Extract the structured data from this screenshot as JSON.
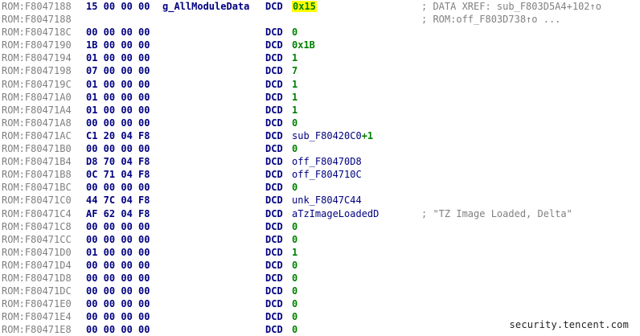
{
  "listing": [
    {
      "addr": "ROM:F8047188",
      "bytes": "15 00 00 00",
      "label": "g_AllModuleData",
      "mnem": "DCD",
      "operand": "0x15",
      "operand_type": "highlight",
      "comment": "; DATA XREF: sub_F803D5A4+102↑o"
    },
    {
      "addr": "ROM:F8047188",
      "bytes": "",
      "label": "",
      "mnem": "",
      "operand": "",
      "operand_type": "",
      "comment": "; ROM:off_F803D738↑o ..."
    },
    {
      "addr": "ROM:F804718C",
      "bytes": "00 00 00 00",
      "label": "",
      "mnem": "DCD",
      "operand": "0",
      "operand_type": "num",
      "comment": ""
    },
    {
      "addr": "ROM:F8047190",
      "bytes": "1B 00 00 00",
      "label": "",
      "mnem": "DCD",
      "operand": "0x1B",
      "operand_type": "num",
      "comment": ""
    },
    {
      "addr": "ROM:F8047194",
      "bytes": "01 00 00 00",
      "label": "",
      "mnem": "DCD",
      "operand": "1",
      "operand_type": "num",
      "comment": ""
    },
    {
      "addr": "ROM:F8047198",
      "bytes": "07 00 00 00",
      "label": "",
      "mnem": "DCD",
      "operand": "7",
      "operand_type": "num",
      "comment": ""
    },
    {
      "addr": "ROM:F804719C",
      "bytes": "01 00 00 00",
      "label": "",
      "mnem": "DCD",
      "operand": "1",
      "operand_type": "num",
      "comment": ""
    },
    {
      "addr": "ROM:F80471A0",
      "bytes": "01 00 00 00",
      "label": "",
      "mnem": "DCD",
      "operand": "1",
      "operand_type": "num",
      "comment": ""
    },
    {
      "addr": "ROM:F80471A4",
      "bytes": "01 00 00 00",
      "label": "",
      "mnem": "DCD",
      "operand": "1",
      "operand_type": "num",
      "comment": ""
    },
    {
      "addr": "ROM:F80471A8",
      "bytes": "00 00 00 00",
      "label": "",
      "mnem": "DCD",
      "operand": "0",
      "operand_type": "num",
      "comment": ""
    },
    {
      "addr": "ROM:F80471AC",
      "bytes": "C1 20 04 F8",
      "label": "",
      "mnem": "DCD",
      "operand": "sub_F80420C0",
      "operand_suffix": "+1",
      "operand_type": "sym",
      "comment": ""
    },
    {
      "addr": "ROM:F80471B0",
      "bytes": "00 00 00 00",
      "label": "",
      "mnem": "DCD",
      "operand": "0",
      "operand_type": "num",
      "comment": ""
    },
    {
      "addr": "ROM:F80471B4",
      "bytes": "D8 70 04 F8",
      "label": "",
      "mnem": "DCD",
      "operand": "off_F80470D8",
      "operand_type": "sym",
      "comment": ""
    },
    {
      "addr": "ROM:F80471B8",
      "bytes": "0C 71 04 F8",
      "label": "",
      "mnem": "DCD",
      "operand": "off_F804710C",
      "operand_type": "sym",
      "comment": ""
    },
    {
      "addr": "ROM:F80471BC",
      "bytes": "00 00 00 00",
      "label": "",
      "mnem": "DCD",
      "operand": "0",
      "operand_type": "num",
      "comment": ""
    },
    {
      "addr": "ROM:F80471C0",
      "bytes": "44 7C 04 F8",
      "label": "",
      "mnem": "DCD",
      "operand": "unk_F8047C44",
      "operand_type": "sym",
      "comment": ""
    },
    {
      "addr": "ROM:F80471C4",
      "bytes": "AF 62 04 F8",
      "label": "",
      "mnem": "DCD",
      "operand": "aTzImageLoadedD",
      "operand_type": "sym",
      "comment": "; \"TZ Image Loaded, Delta\""
    },
    {
      "addr": "ROM:F80471C8",
      "bytes": "00 00 00 00",
      "label": "",
      "mnem": "DCD",
      "operand": "0",
      "operand_type": "num",
      "comment": ""
    },
    {
      "addr": "ROM:F80471CC",
      "bytes": "00 00 00 00",
      "label": "",
      "mnem": "DCD",
      "operand": "0",
      "operand_type": "num",
      "comment": ""
    },
    {
      "addr": "ROM:F80471D0",
      "bytes": "01 00 00 00",
      "label": "",
      "mnem": "DCD",
      "operand": "1",
      "operand_type": "num",
      "comment": ""
    },
    {
      "addr": "ROM:F80471D4",
      "bytes": "00 00 00 00",
      "label": "",
      "mnem": "DCD",
      "operand": "0",
      "operand_type": "num",
      "comment": ""
    },
    {
      "addr": "ROM:F80471D8",
      "bytes": "00 00 00 00",
      "label": "",
      "mnem": "DCD",
      "operand": "0",
      "operand_type": "num",
      "comment": ""
    },
    {
      "addr": "ROM:F80471DC",
      "bytes": "00 00 00 00",
      "label": "",
      "mnem": "DCD",
      "operand": "0",
      "operand_type": "num",
      "comment": ""
    },
    {
      "addr": "ROM:F80471E0",
      "bytes": "00 00 00 00",
      "label": "",
      "mnem": "DCD",
      "operand": "0",
      "operand_type": "num",
      "comment": ""
    },
    {
      "addr": "ROM:F80471E4",
      "bytes": "00 00 00 00",
      "label": "",
      "mnem": "DCD",
      "operand": "0",
      "operand_type": "num",
      "comment": ""
    },
    {
      "addr": "ROM:F80471E8",
      "bytes": "00 00 00 00",
      "label": "",
      "mnem": "DCD",
      "operand": "0",
      "operand_type": "num",
      "comment": ""
    }
  ],
  "watermark": "security.tencent.com",
  "colors": {
    "address": "#808080",
    "code": "#000080",
    "number": "#008000",
    "highlight": "#ffff00",
    "comment": "#808080"
  }
}
